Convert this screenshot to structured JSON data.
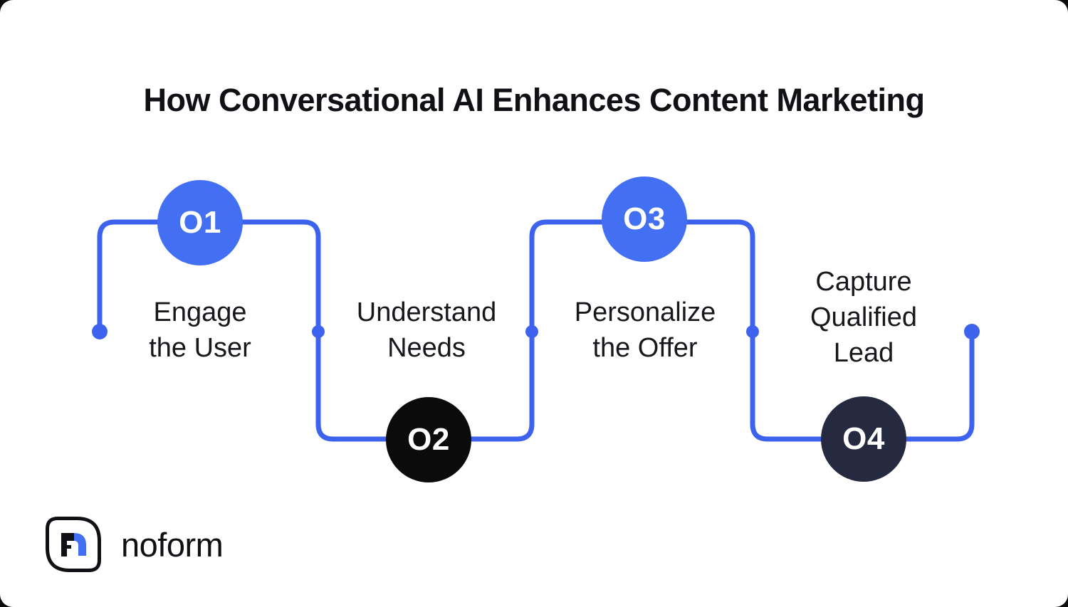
{
  "page": {
    "title": "How Conversational AI Enhances Content Marketing",
    "background": "#FFFFFF"
  },
  "colors": {
    "line_blue": "#3D63EE",
    "accent_blue": "#4370F2",
    "step2_black": "#0B0B0C",
    "step4_navy": "#262A40",
    "text_dark": "#17181C",
    "number_text": "#FFFFFF"
  },
  "steps": [
    {
      "number": "O1",
      "label": "Engage the User",
      "lines": [
        "Engage",
        "the User"
      ],
      "circle_color": "#4370F2"
    },
    {
      "number": "O2",
      "label": "Understand Needs",
      "lines": [
        "Understand",
        "Needs"
      ],
      "circle_color": "#0B0B0C"
    },
    {
      "number": "O3",
      "label": "Personalize the Offer",
      "lines": [
        "Personalize",
        "the Offer"
      ],
      "circle_color": "#4370F2"
    },
    {
      "number": "O4",
      "label": "Capture Qualified Lead",
      "lines": [
        "Capture",
        "Qualified",
        "Lead"
      ],
      "circle_color": "#262A40"
    }
  ],
  "logo": {
    "wordmark": "noform",
    "mark_black": "#101114",
    "mark_blue": "#4370F2"
  }
}
